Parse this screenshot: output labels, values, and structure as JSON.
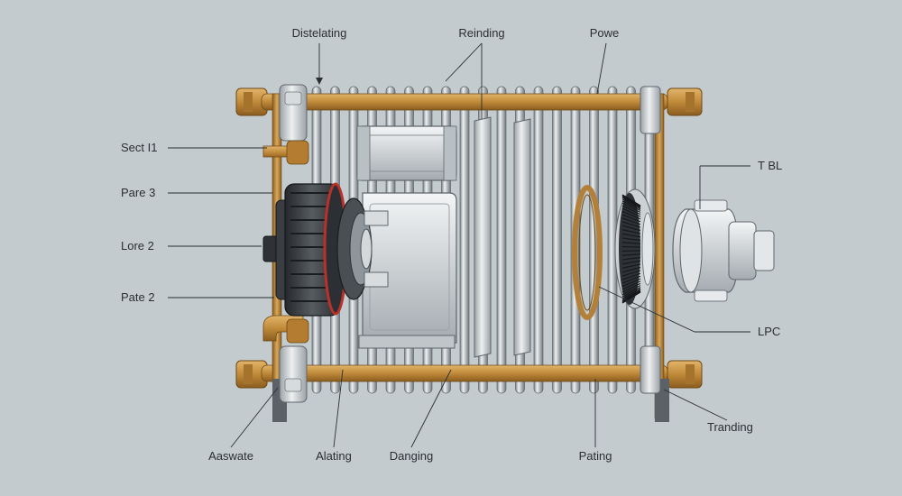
{
  "labels": {
    "top_1": "Distelating",
    "top_2": "Reinding",
    "top_3": "Powe",
    "left_1": "Sect I1",
    "left_2": "Pare 3",
    "left_3": "Lore 2",
    "left_4": "Pate 2",
    "right_1": "T BL",
    "right_2": "LPC",
    "right_3": "Tranding",
    "bottom_1": "Aaswate",
    "bottom_2": "Alating",
    "bottom_3": "Danging",
    "bottom_4": "Pating"
  },
  "colors": {
    "background": "#c3cbcf",
    "brass": "#c08a3a",
    "brass_dark": "#8a5c1f",
    "steel": "#bfc5c9",
    "steel_dark": "#6f777c",
    "motor": "#3b3f43",
    "accent_red": "#b8322a",
    "leader": "#2a2f33"
  }
}
